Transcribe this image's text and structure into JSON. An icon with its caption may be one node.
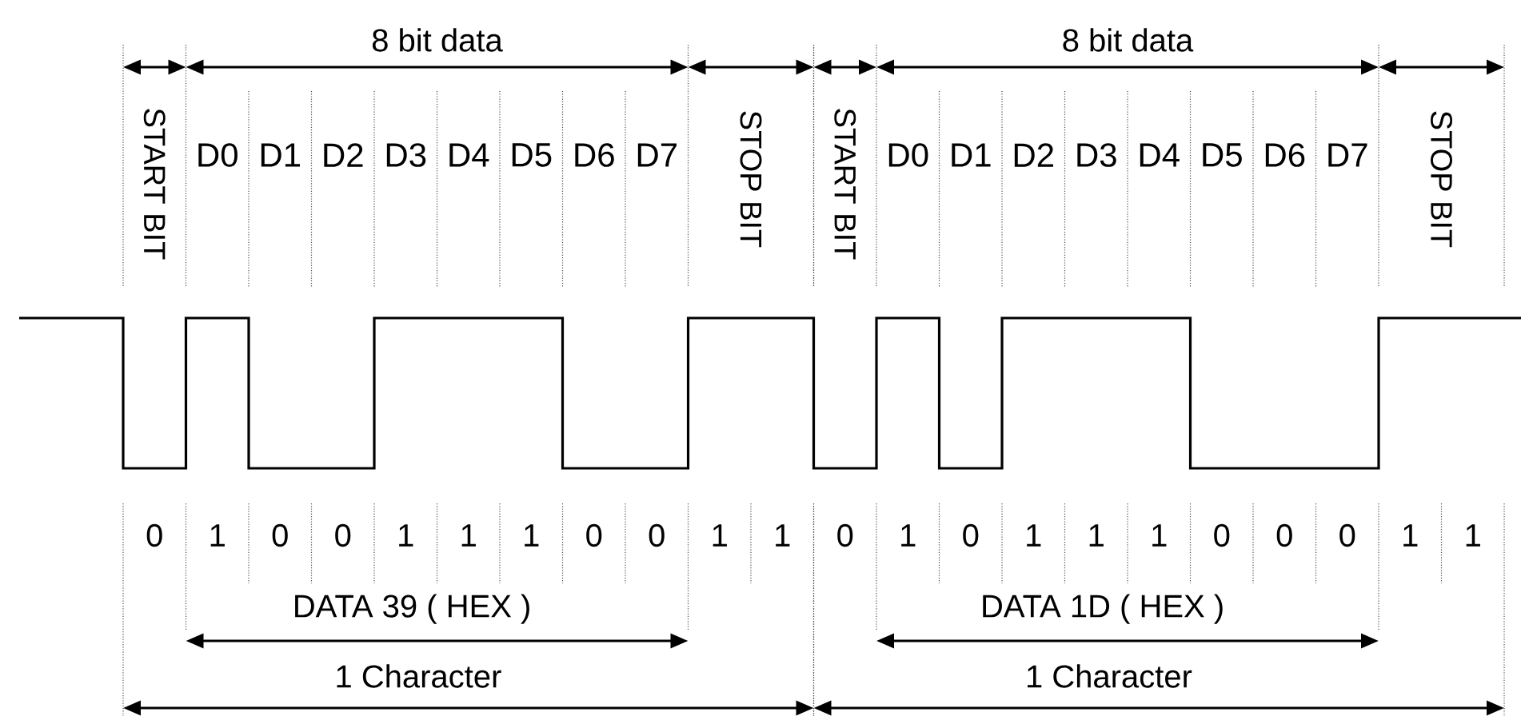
{
  "diagram": {
    "labels": [
      "8 bit data",
      "8 bit data",
      "START BIT",
      "D0",
      "D1",
      "D2",
      "D3",
      "D4",
      "D5",
      "D6",
      "D7",
      "STOP BIT",
      "START BIT",
      "D0",
      "D1",
      "D2",
      "D3",
      "D4",
      "D5",
      "D6",
      "D7",
      "STOP BIT",
      "0",
      "1",
      "0",
      "0",
      "1",
      "1",
      "1",
      "0",
      "0",
      "1",
      "1",
      "0",
      "1",
      "0",
      "1",
      "1",
      "1",
      "0",
      "0",
      "0",
      "1",
      "1",
      "DATA 39 ( HEX )",
      "DATA 1D ( HEX )",
      "1 Character",
      "1 Character"
    ]
  }
}
